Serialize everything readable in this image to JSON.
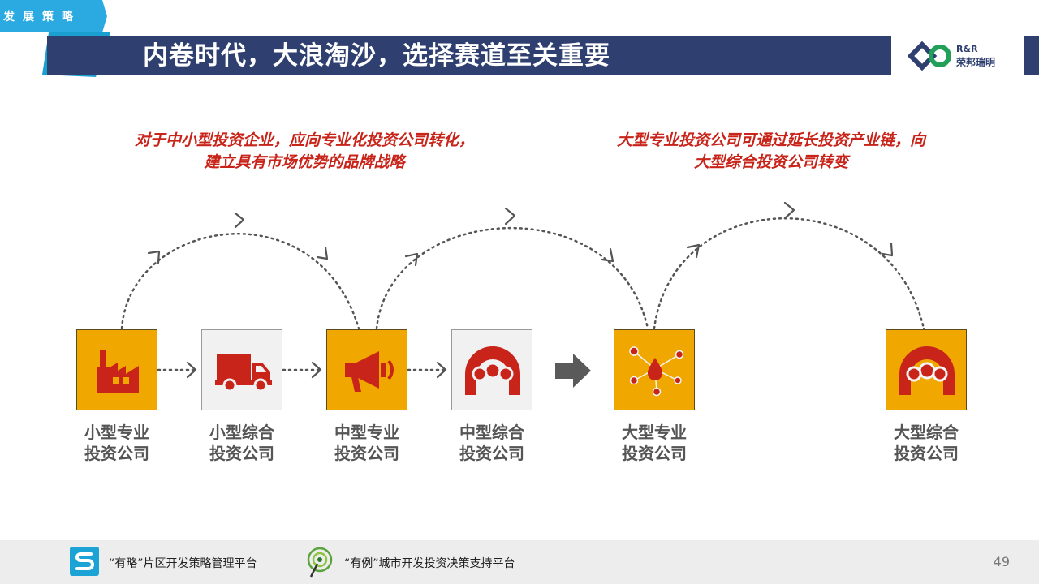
{
  "header": {
    "section": "发展策略",
    "title": "内卷时代，大浪淘沙，选择赛道至关重要",
    "logo": {
      "en": "R&R",
      "cn": "荣邦瑞明"
    }
  },
  "notes": {
    "left": [
      "对于中小型投资企业，应向专业化投资公司转化，",
      "建立具有市场优势的品牌战略"
    ],
    "right": [
      "大型专业投资公司可通过延长投资产业链，向",
      "大型综合投资公司转变"
    ]
  },
  "stages": [
    {
      "label1": "小型专业",
      "label2": "投资公司",
      "icon": "factory-icon"
    },
    {
      "label1": "小型综合",
      "label2": "投资公司",
      "icon": "truck-icon"
    },
    {
      "label1": "中型专业",
      "label2": "投资公司",
      "icon": "megaphone-icon"
    },
    {
      "label1": "中型综合",
      "label2": "投资公司",
      "icon": "magnet-icon"
    },
    {
      "label1": "大型专业",
      "label2": "投资公司",
      "icon": "network-drop-icon"
    },
    {
      "label1": "大型综合",
      "label2": "投资公司",
      "icon": "magnet-icon"
    }
  ],
  "footer": {
    "platform1": "“有略”片区开发策略管理平台",
    "platform2": "“有例”城市开发投资决策支持平台",
    "page": "49"
  },
  "colors": {
    "navy": "#2e3f70",
    "gold": "#f0a800",
    "red": "#c8241a",
    "cyan": "#1aa3d4"
  }
}
